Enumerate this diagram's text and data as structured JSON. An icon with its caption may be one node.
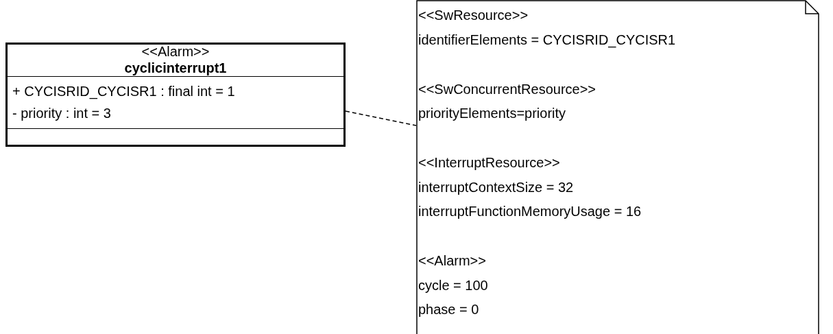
{
  "diagram": {
    "nodes": [
      {
        "text": [
          "<<Alarm>>",
          "cyclicinterrupt1",
          "+ CYCISRID_CYCISR1 : final int = 1",
          "- priority : int = 3"
        ]
      },
      {
        "text": [
          "<<SwResource>>",
          "identifierElements = CYCISRID_CYCISR1",
          "<<SwConcurrentResource>>",
          "priorityElements=priority",
          "<<InterruptResource>>",
          "interruptContextSize = 32",
          "interruptFunctionMemoryUsage = 16",
          "<<Alarm>>",
          "cycle = 100",
          "phase = 0"
        ]
      }
    ],
    "edges": [
      {
        "from": 0,
        "to": 1,
        "arrow": "none",
        "style": "dashed"
      }
    ]
  }
}
